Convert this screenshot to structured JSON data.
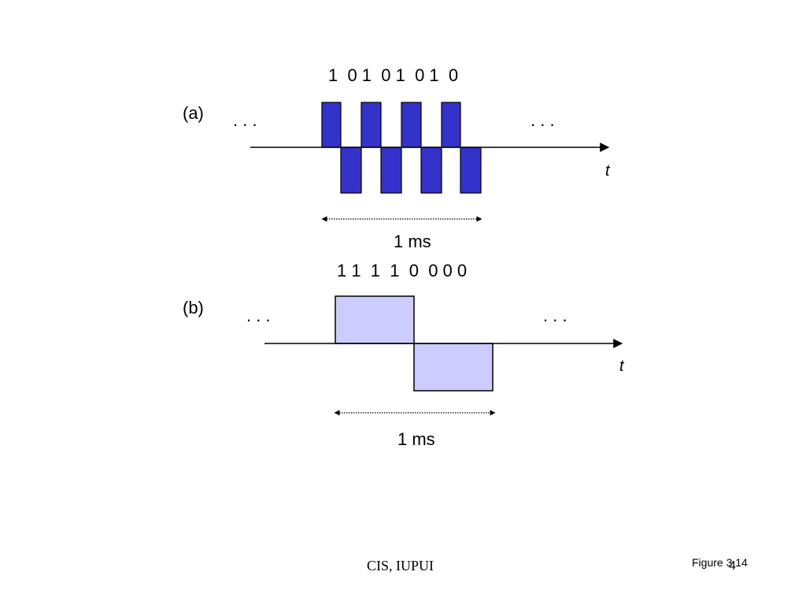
{
  "panel_a": {
    "label": "(a)",
    "bits": "1  0 1  0 1  0 1  0",
    "dots_left": ". . .",
    "dots_right": ". . .",
    "axis_label": "t",
    "duration": "1 ms",
    "fill_color": "#3333cc"
  },
  "panel_b": {
    "label": "(b)",
    "bits": "1 1  1  1  0  0 0 0",
    "dots_left": ". . .",
    "dots_right": ". . .",
    "axis_label": "t",
    "duration": "1 ms",
    "fill_color": "#ccccff"
  },
  "footer": {
    "center_text": "CIS, IUPUI",
    "figure_label": "Figure 3.14",
    "page_number": "4"
  }
}
